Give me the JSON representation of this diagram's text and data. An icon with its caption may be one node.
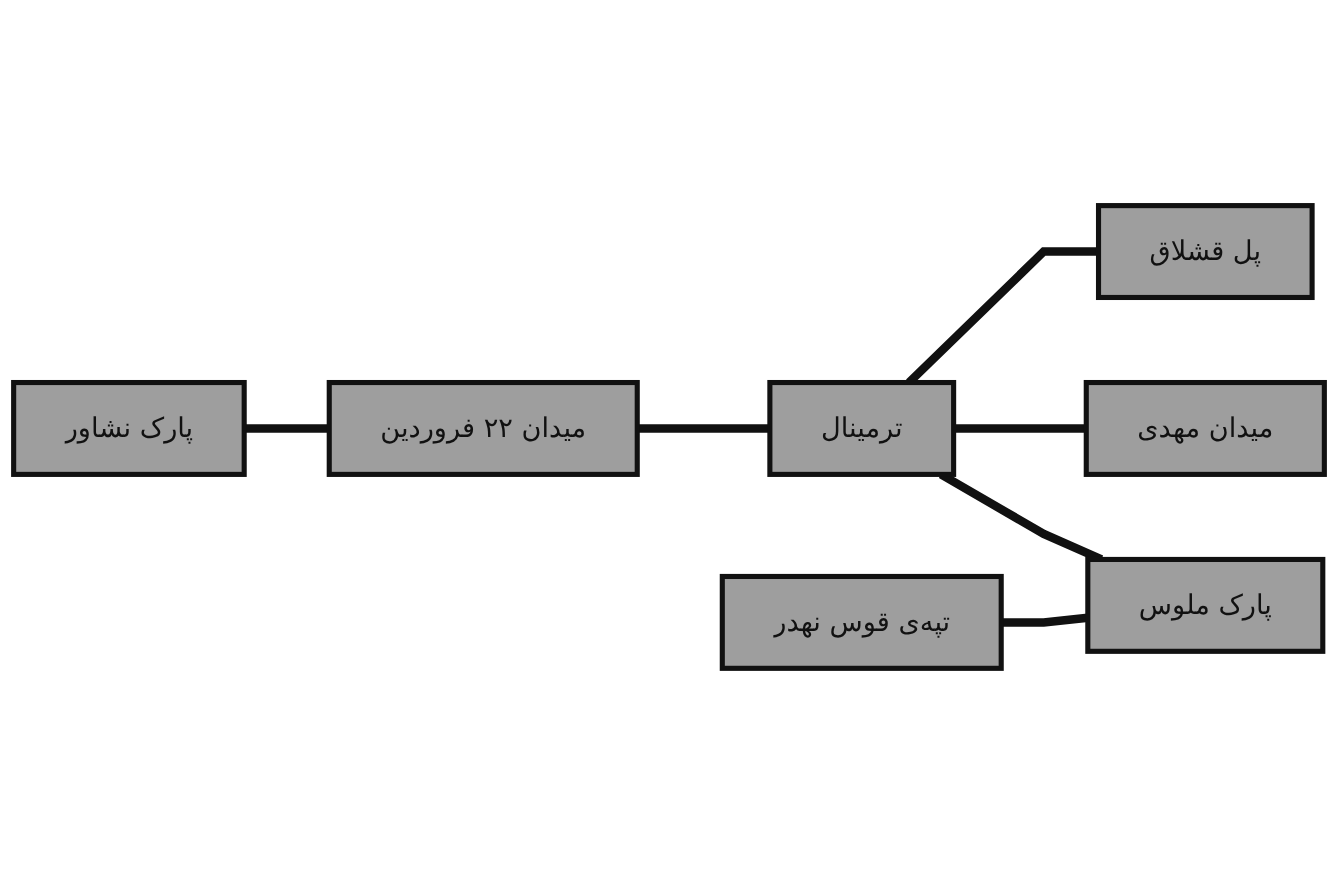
{
  "diagram": {
    "nodes": [
      {
        "text": [
          "پارک نشاور"
        ]
      },
      {
        "text": [
          "پل قشلاق"
        ]
      },
      {
        "text": [
          "میدان ۲۲ فروردین"
        ]
      },
      {
        "text": [
          "ترمینال"
        ]
      },
      {
        "text": [
          "میدان مهدی"
        ]
      },
      {
        "text": [
          "پارک ملوس"
        ]
      },
      {
        "text": [
          "تپه‌ی قوس نهدر"
        ]
      }
    ],
    "edges": [
      {
        "from": 0,
        "to": 2,
        "arrow": "none"
      },
      {
        "from": 2,
        "to": 3,
        "arrow": "none"
      },
      {
        "from": 3,
        "to": 1,
        "arrow": "none"
      },
      {
        "from": 3,
        "to": 4,
        "arrow": "none"
      },
      {
        "from": 3,
        "to": 5,
        "arrow": "none"
      },
      {
        "from": 6,
        "to": 5,
        "arrow": "none"
      }
    ]
  }
}
